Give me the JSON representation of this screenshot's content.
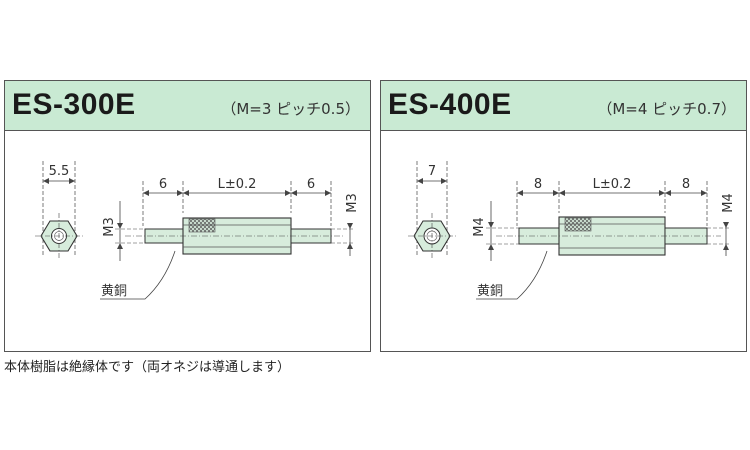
{
  "colors": {
    "header_bg": "#c9ead3",
    "border": "#555555",
    "part_fill": "#d7ecdc",
    "line": "#444444"
  },
  "left": {
    "model": "ES-300E",
    "thread_spec": "（M=3 ピッチ0.5）",
    "hex_dim": "5.5",
    "thread_len_left": "6",
    "body_len": "L±0.2",
    "thread_len_right": "6",
    "thread_left_label": "M3",
    "thread_right_label": "M3",
    "material": "黄銅"
  },
  "right": {
    "model": "ES-400E",
    "thread_spec": "（M=4 ピッチ0.7）",
    "hex_dim": "7",
    "thread_len_left": "8",
    "body_len": "L±0.2",
    "thread_len_right": "8",
    "thread_left_label": "M4",
    "thread_right_label": "M4",
    "material": "黄銅"
  },
  "footnote": "本体樹脂は絶縁体です（両オネジは導通します）"
}
